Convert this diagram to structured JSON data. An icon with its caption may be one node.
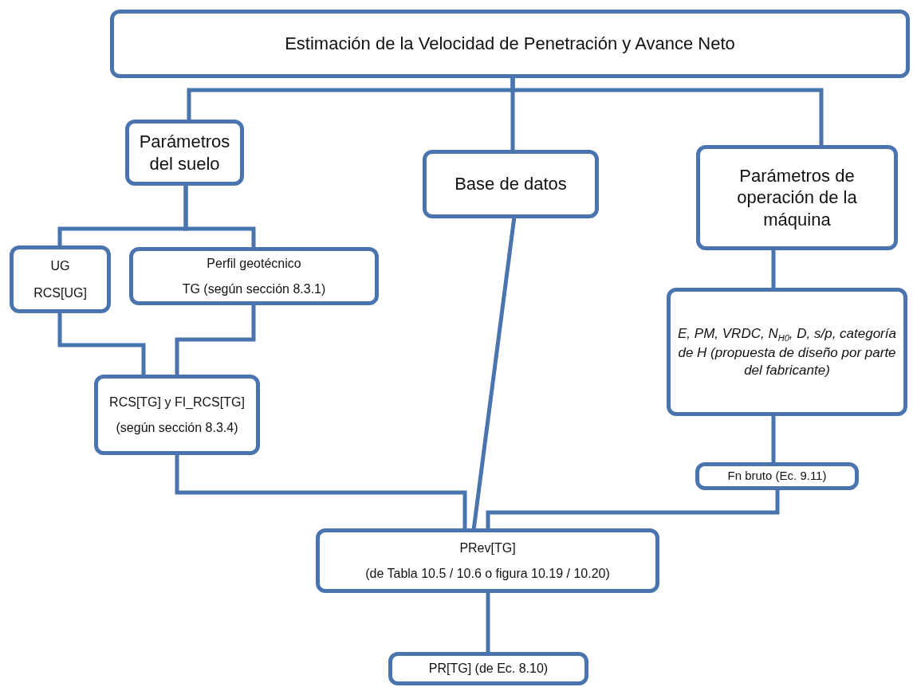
{
  "diagram": {
    "nodes": [
      {
        "text": [
          "Estimación de la Velocidad de Penetración y Avance Neto"
        ]
      },
      {
        "text": [
          "Parámetros del suelo"
        ]
      },
      {
        "text": [
          "Base de datos"
        ]
      },
      {
        "text": [
          "Parámetros de operación de la máquina"
        ]
      },
      {
        "text": [
          "UG",
          "RCS[UG]"
        ]
      },
      {
        "text": [
          "Perfil geotécnico",
          "TG (según sección 8.3.1)"
        ]
      },
      {
        "text": [
          "RCS[TG] y FI_RCS[TG]",
          "(según sección 8.3.4)"
        ]
      },
      {
        "text": [
          "E, PM, VRDC, N$_{H0}$, D, s/p, categoría de H (propuesta de diseño por parte del fabricante)"
        ]
      },
      {
        "text": [
          "Fn bruto (Ec. 9.11)"
        ]
      },
      {
        "text": [
          "PRev[TG]",
          "(de Tabla 10.5 / 10.6 o figura 10.19 / 10.20)"
        ]
      },
      {
        "text": [
          "PR[TG] (de Ec. 8.10)"
        ]
      }
    ],
    "edges": [
      {
        "from": 0,
        "to": 1,
        "arrow": "none"
      },
      {
        "from": 0,
        "to": 2,
        "arrow": "none"
      },
      {
        "from": 0,
        "to": 3,
        "arrow": "none"
      },
      {
        "from": 1,
        "to": 4,
        "arrow": "none"
      },
      {
        "from": 1,
        "to": 5,
        "arrow": "none"
      },
      {
        "from": 4,
        "to": 6,
        "arrow": "none"
      },
      {
        "from": 5,
        "to": 6,
        "arrow": "none"
      },
      {
        "from": 6,
        "to": 9,
        "arrow": "none"
      },
      {
        "from": 2,
        "to": 9,
        "arrow": "none"
      },
      {
        "from": 3,
        "to": 7,
        "arrow": "none"
      },
      {
        "from": 7,
        "to": 8,
        "arrow": "none"
      },
      {
        "from": 8,
        "to": 9,
        "arrow": "none"
      },
      {
        "from": 9,
        "to": 10,
        "arrow": "none"
      }
    ]
  }
}
